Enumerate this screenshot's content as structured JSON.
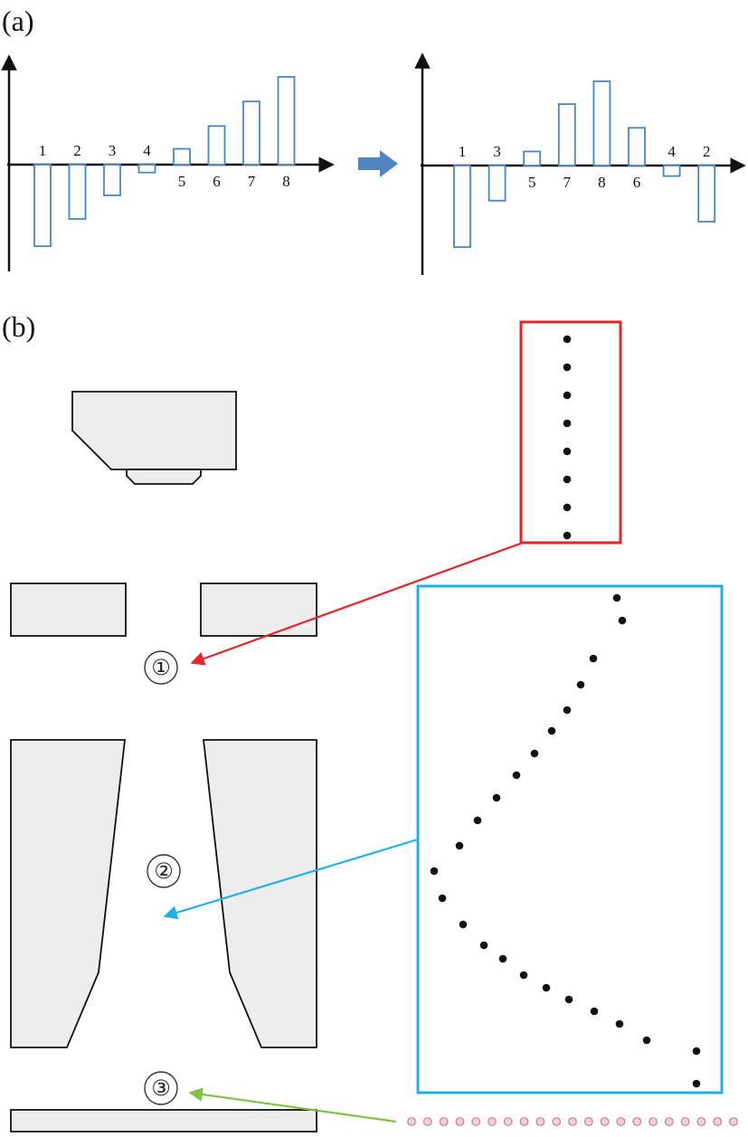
{
  "panels": {
    "a": {
      "label": "(a)"
    },
    "b": {
      "label": "(b)"
    }
  },
  "chart_data": [
    {
      "type": "bar",
      "categories": [
        "1",
        "2",
        "3",
        "4",
        "5",
        "6",
        "7",
        "8"
      ],
      "values": [
        -0.93,
        -0.62,
        -0.35,
        -0.09,
        0.18,
        0.44,
        0.72,
        1.0
      ],
      "title": "",
      "xlabel": "",
      "ylabel": ""
    },
    {
      "type": "bar",
      "categories": [
        "1",
        "3",
        "5",
        "7",
        "8",
        "6",
        "4",
        "2"
      ],
      "values": [
        -0.93,
        -0.4,
        0.16,
        0.7,
        0.96,
        0.43,
        -0.12,
        -0.64
      ],
      "title": "",
      "xlabel": "",
      "ylabel": ""
    }
  ],
  "stages": [
    "①",
    "②",
    "③"
  ],
  "colors": {
    "bar_stroke": "#4a86be",
    "arrow_fill": "#4f86c0",
    "red_box": "#e8232a",
    "blue_box": "#1eb0ea",
    "green_arrow": "#7dc443",
    "electrode_fill": "#ededed",
    "dot": "#111111",
    "substrate_dot": "#c97b93"
  },
  "icons": {
    "transform_arrow": "right-arrow-icon"
  }
}
